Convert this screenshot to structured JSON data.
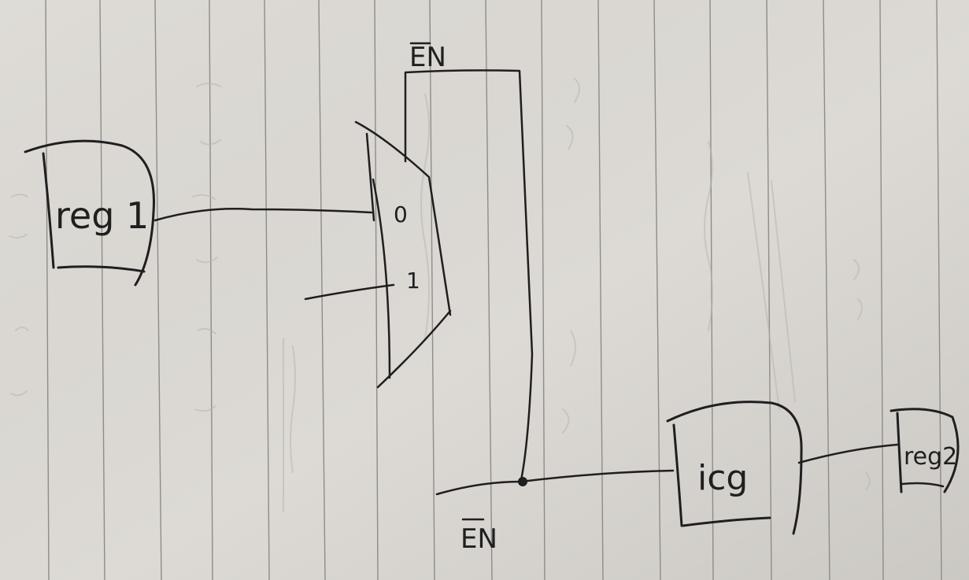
{
  "paper": {
    "background_color": "#dddad5",
    "rule_color": "#8f8c88",
    "ink_color": "#1f1f1f",
    "ghost_ink_color": "#b9b5af"
  },
  "diagram": {
    "blocks": {
      "reg1": "reg 1",
      "icg": "icg",
      "reg2": "reg2"
    },
    "mux": {
      "input_0": "0",
      "input_1": "1"
    },
    "signals": {
      "enable_top": "EN",
      "enable_bottom": "EN"
    }
  }
}
